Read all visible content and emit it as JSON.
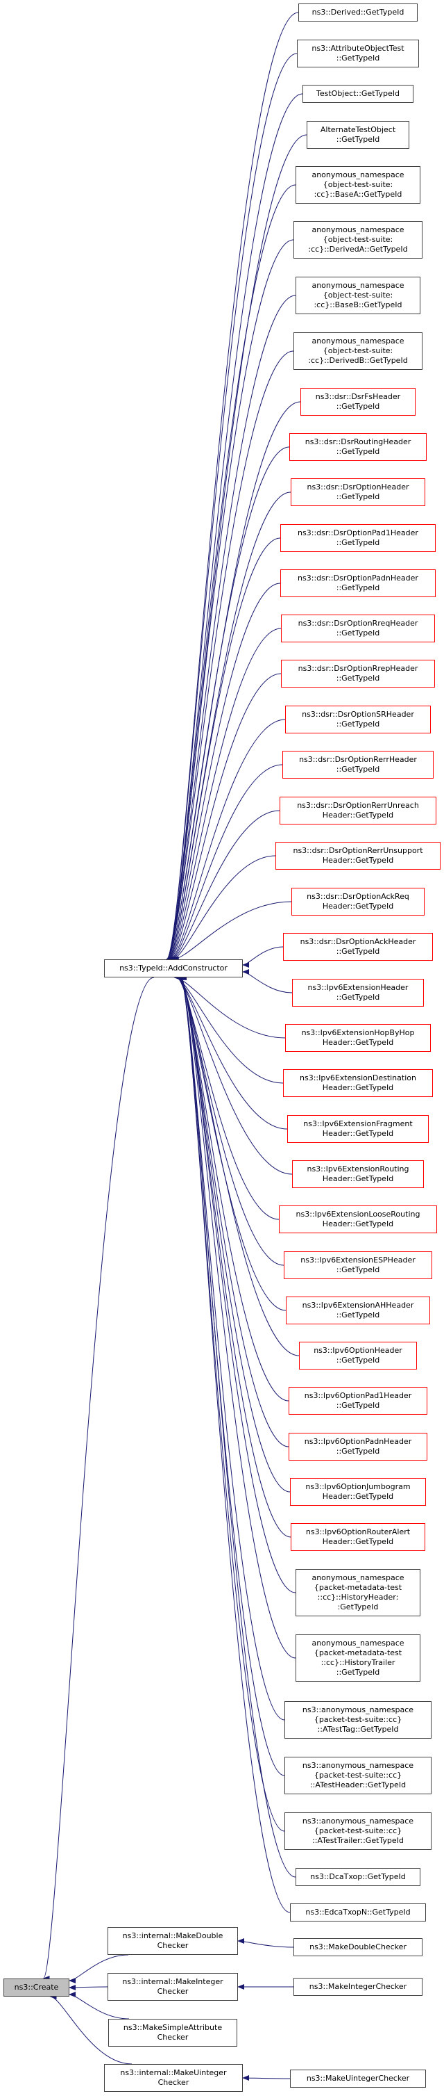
{
  "diagram": {
    "type": "caller-graph",
    "root": "ns3::Create",
    "colors": {
      "edge": "#191970",
      "node_border_normal": "#404040",
      "node_border_undocumented": "#ff0000",
      "root_fill": "#bfbfbf"
    },
    "nodes": [
      {
        "id": "create",
        "label": "ns3::Create",
        "style": "root"
      },
      {
        "id": "addctor",
        "label": "ns3::TypeId::AddConstructor",
        "style": "normal"
      },
      {
        "id": "mkdouble_i",
        "label": "ns3::internal::MakeDouble\nChecker",
        "style": "normal"
      },
      {
        "id": "mkint_i",
        "label": "ns3::internal::MakeInteger\nChecker",
        "style": "normal"
      },
      {
        "id": "mksimple",
        "label": "ns3::MakeSimpleAttribute\nChecker",
        "style": "normal"
      },
      {
        "id": "mkuint_i",
        "label": "ns3::internal::MakeUinteger\nChecker",
        "style": "normal"
      },
      {
        "id": "mkdouble",
        "label": "ns3::MakeDoubleChecker",
        "style": "normal"
      },
      {
        "id": "mkint",
        "label": "ns3::MakeIntegerChecker",
        "style": "normal"
      },
      {
        "id": "mkuint",
        "label": "ns3::MakeUintegerChecker",
        "style": "normal"
      },
      {
        "id": "t1",
        "label": "ns3::Derived::GetTypeId",
        "style": "normal"
      },
      {
        "id": "t2",
        "label": "ns3::AttributeObjectTest\n::GetTypeId",
        "style": "normal"
      },
      {
        "id": "t3",
        "label": "TestObject::GetTypeId",
        "style": "normal"
      },
      {
        "id": "t4",
        "label": "AlternateTestObject\n::GetTypeId",
        "style": "normal"
      },
      {
        "id": "t5",
        "label": "anonymous_namespace\n{object-test-suite:\n:cc}::BaseA::GetTypeId",
        "style": "normal"
      },
      {
        "id": "t6",
        "label": "anonymous_namespace\n{object-test-suite:\n:cc}::DerivedA::GetTypeId",
        "style": "normal"
      },
      {
        "id": "t7",
        "label": "anonymous_namespace\n{object-test-suite:\n:cc}::BaseB::GetTypeId",
        "style": "normal"
      },
      {
        "id": "t8",
        "label": "anonymous_namespace\n{object-test-suite:\n:cc}::DerivedB::GetTypeId",
        "style": "normal"
      },
      {
        "id": "t9",
        "label": "ns3::dsr::DsrFsHeader\n::GetTypeId",
        "style": "red"
      },
      {
        "id": "t10",
        "label": "ns3::dsr::DsrRoutingHeader\n::GetTypeId",
        "style": "red"
      },
      {
        "id": "t11",
        "label": "ns3::dsr::DsrOptionHeader\n::GetTypeId",
        "style": "red"
      },
      {
        "id": "t12",
        "label": "ns3::dsr::DsrOptionPad1Header\n::GetTypeId",
        "style": "red"
      },
      {
        "id": "t13",
        "label": "ns3::dsr::DsrOptionPadnHeader\n::GetTypeId",
        "style": "red"
      },
      {
        "id": "t14",
        "label": "ns3::dsr::DsrOptionRreqHeader\n::GetTypeId",
        "style": "red"
      },
      {
        "id": "t15",
        "label": "ns3::dsr::DsrOptionRrepHeader\n::GetTypeId",
        "style": "red"
      },
      {
        "id": "t16",
        "label": "ns3::dsr::DsrOptionSRHeader\n::GetTypeId",
        "style": "red"
      },
      {
        "id": "t17",
        "label": "ns3::dsr::DsrOptionRerrHeader\n::GetTypeId",
        "style": "red"
      },
      {
        "id": "t18",
        "label": "ns3::dsr::DsrOptionRerrUnreach\nHeader::GetTypeId",
        "style": "red"
      },
      {
        "id": "t19",
        "label": "ns3::dsr::DsrOptionRerrUnsupport\nHeader::GetTypeId",
        "style": "red"
      },
      {
        "id": "t20",
        "label": "ns3::dsr::DsrOptionAckReq\nHeader::GetTypeId",
        "style": "red"
      },
      {
        "id": "t21",
        "label": "ns3::dsr::DsrOptionAckHeader\n::GetTypeId",
        "style": "red"
      },
      {
        "id": "t22",
        "label": "ns3::Ipv6ExtensionHeader\n::GetTypeId",
        "style": "red"
      },
      {
        "id": "t23",
        "label": "ns3::Ipv6ExtensionHopByHop\nHeader::GetTypeId",
        "style": "red"
      },
      {
        "id": "t24",
        "label": "ns3::Ipv6ExtensionDestination\nHeader::GetTypeId",
        "style": "red"
      },
      {
        "id": "t25",
        "label": "ns3::Ipv6ExtensionFragment\nHeader::GetTypeId",
        "style": "red"
      },
      {
        "id": "t26",
        "label": "ns3::Ipv6ExtensionRouting\nHeader::GetTypeId",
        "style": "red"
      },
      {
        "id": "t27",
        "label": "ns3::Ipv6ExtensionLooseRouting\nHeader::GetTypeId",
        "style": "red"
      },
      {
        "id": "t28",
        "label": "ns3::Ipv6ExtensionESPHeader\n::GetTypeId",
        "style": "red"
      },
      {
        "id": "t29",
        "label": "ns3::Ipv6ExtensionAHHeader\n::GetTypeId",
        "style": "red"
      },
      {
        "id": "t30",
        "label": "ns3::Ipv6OptionHeader\n::GetTypeId",
        "style": "red"
      },
      {
        "id": "t31",
        "label": "ns3::Ipv6OptionPad1Header\n::GetTypeId",
        "style": "red"
      },
      {
        "id": "t32",
        "label": "ns3::Ipv6OptionPadnHeader\n::GetTypeId",
        "style": "red"
      },
      {
        "id": "t33",
        "label": "ns3::Ipv6OptionJumbogram\nHeader::GetTypeId",
        "style": "red"
      },
      {
        "id": "t34",
        "label": "ns3::Ipv6OptionRouterAlert\nHeader::GetTypeId",
        "style": "red"
      },
      {
        "id": "t35",
        "label": "anonymous_namespace\n{packet-metadata-test\n::cc}::HistoryHeader:\n:GetTypeId",
        "style": "normal"
      },
      {
        "id": "t36",
        "label": "anonymous_namespace\n{packet-metadata-test\n::cc}::HistoryTrailer\n::GetTypeId",
        "style": "normal"
      },
      {
        "id": "t37",
        "label": "ns3::anonymous_namespace\n{packet-test-suite::cc}\n::ATestTag::GetTypeId",
        "style": "normal"
      },
      {
        "id": "t38",
        "label": "ns3::anonymous_namespace\n{packet-test-suite::cc}\n::ATestHeader::GetTypeId",
        "style": "normal"
      },
      {
        "id": "t39",
        "label": "ns3::anonymous_namespace\n{packet-test-suite::cc}\n::ATestTrailer::GetTypeId",
        "style": "normal"
      },
      {
        "id": "t40",
        "label": "ns3::DcaTxop::GetTypeId",
        "style": "normal"
      },
      {
        "id": "t41",
        "label": "ns3::EdcaTxopN::GetTypeId",
        "style": "normal"
      }
    ],
    "edges": [
      [
        "addctor",
        "create"
      ],
      [
        "mkdouble_i",
        "create"
      ],
      [
        "mkint_i",
        "create"
      ],
      [
        "mksimple",
        "create"
      ],
      [
        "mkuint_i",
        "create"
      ],
      [
        "mkdouble",
        "mkdouble_i"
      ],
      [
        "mkint",
        "mkint_i"
      ],
      [
        "mkuint",
        "mkuint_i"
      ],
      [
        "t1",
        "addctor"
      ],
      [
        "t2",
        "addctor"
      ],
      [
        "t3",
        "addctor"
      ],
      [
        "t4",
        "addctor"
      ],
      [
        "t5",
        "addctor"
      ],
      [
        "t6",
        "addctor"
      ],
      [
        "t7",
        "addctor"
      ],
      [
        "t8",
        "addctor"
      ],
      [
        "t9",
        "addctor"
      ],
      [
        "t10",
        "addctor"
      ],
      [
        "t11",
        "addctor"
      ],
      [
        "t12",
        "addctor"
      ],
      [
        "t13",
        "addctor"
      ],
      [
        "t14",
        "addctor"
      ],
      [
        "t15",
        "addctor"
      ],
      [
        "t16",
        "addctor"
      ],
      [
        "t17",
        "addctor"
      ],
      [
        "t18",
        "addctor"
      ],
      [
        "t19",
        "addctor"
      ],
      [
        "t20",
        "addctor"
      ],
      [
        "t21",
        "addctor"
      ],
      [
        "t22",
        "addctor"
      ],
      [
        "t23",
        "addctor"
      ],
      [
        "t24",
        "addctor"
      ],
      [
        "t25",
        "addctor"
      ],
      [
        "t26",
        "addctor"
      ],
      [
        "t27",
        "addctor"
      ],
      [
        "t28",
        "addctor"
      ],
      [
        "t29",
        "addctor"
      ],
      [
        "t30",
        "addctor"
      ],
      [
        "t31",
        "addctor"
      ],
      [
        "t32",
        "addctor"
      ],
      [
        "t33",
        "addctor"
      ],
      [
        "t34",
        "addctor"
      ],
      [
        "t35",
        "addctor"
      ],
      [
        "t36",
        "addctor"
      ],
      [
        "t37",
        "addctor"
      ],
      [
        "t38",
        "addctor"
      ],
      [
        "t39",
        "addctor"
      ],
      [
        "t40",
        "addctor"
      ],
      [
        "t41",
        "addctor"
      ]
    ]
  }
}
